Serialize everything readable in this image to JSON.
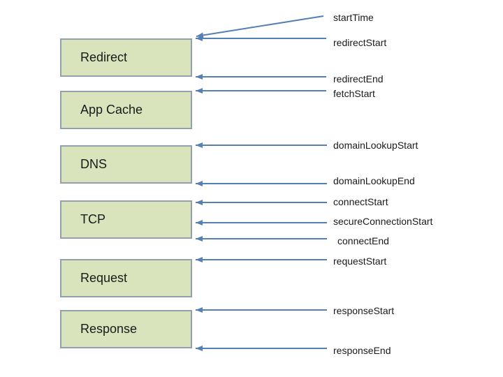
{
  "diagram": {
    "type": "timing-phases-diagram",
    "boxes": [
      {
        "label": "Redirect"
      },
      {
        "label": "App Cache"
      },
      {
        "label": "DNS"
      },
      {
        "label": "TCP"
      },
      {
        "label": "Request"
      },
      {
        "label": "Response"
      }
    ],
    "events": [
      {
        "label": "startTime",
        "target": "Redirect",
        "edge": "top"
      },
      {
        "label": "redirectStart",
        "target": "Redirect",
        "edge": "top"
      },
      {
        "label": "redirectEnd",
        "target": "Redirect",
        "edge": "bottom"
      },
      {
        "label": "fetchStart",
        "target": "App Cache",
        "edge": "top"
      },
      {
        "label": "domainLookupStart",
        "target": "DNS",
        "edge": "top"
      },
      {
        "label": "domainLookupEnd",
        "target": "DNS",
        "edge": "bottom"
      },
      {
        "label": "connectStart",
        "target": "TCP",
        "edge": "top"
      },
      {
        "label": "secureConnectionStart",
        "target": "TCP",
        "edge": "middle"
      },
      {
        "label": "connectEnd",
        "target": "TCP",
        "edge": "bottom"
      },
      {
        "label": "requestStart",
        "target": "Request",
        "edge": "top"
      },
      {
        "label": "responseStart",
        "target": "Response",
        "edge": "top"
      },
      {
        "label": "responseEnd",
        "target": "Response",
        "edge": "bottom"
      }
    ],
    "colors": {
      "box_fill": "#d9e4bc",
      "box_border": "#91a0ac",
      "arrow": "#5580b5",
      "text": "#1a1a1a",
      "background": "#ffffff"
    }
  }
}
